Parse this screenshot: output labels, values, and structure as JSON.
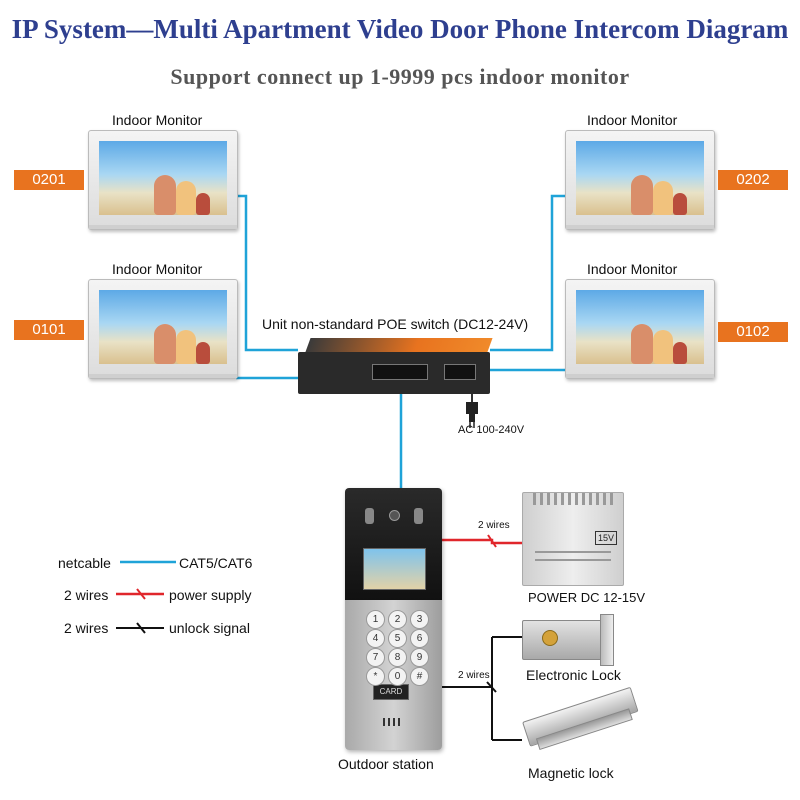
{
  "title": "IP System—Multi Apartment Video Door Phone Intercom Diagram",
  "subtitle": "Support connect up 1-9999 pcs indoor monitor",
  "monitors": [
    {
      "label": "Indoor Monitor",
      "room": "0201"
    },
    {
      "label": "Indoor Monitor",
      "room": "0202"
    },
    {
      "label": "Indoor Monitor",
      "room": "0101"
    },
    {
      "label": "Indoor Monitor",
      "room": "0102"
    }
  ],
  "poe_switch": {
    "label": "Unit non-standard POE switch (DC12-24V)",
    "ac_label": "AC 100-240V"
  },
  "power": {
    "label": "POWER DC 12-15V",
    "wires": "2 wires",
    "badge": "15V"
  },
  "outdoor_station": {
    "label": "Outdoor station",
    "card": "CARD",
    "keys": [
      "1",
      "2",
      "3",
      "4",
      "5",
      "6",
      "7",
      "8",
      "9",
      "*",
      "0",
      "#"
    ]
  },
  "locks": {
    "wires": "2 wires",
    "electronic": "Electronic Lock",
    "magnetic": "Magnetic lock"
  },
  "legend": [
    {
      "left": "netcable",
      "right": "CAT5/CAT6",
      "color": "#1fa3d8"
    },
    {
      "left": "2 wires",
      "right": "power supply",
      "color": "#e0262b"
    },
    {
      "left": "2 wires",
      "right": "unlock signal",
      "color": "#111111"
    }
  ],
  "colors": {
    "netcable": "#1fa3d8",
    "power": "#e0262b",
    "unlock": "#111111",
    "tag": "#e8731f",
    "title": "#2e3f8f"
  }
}
